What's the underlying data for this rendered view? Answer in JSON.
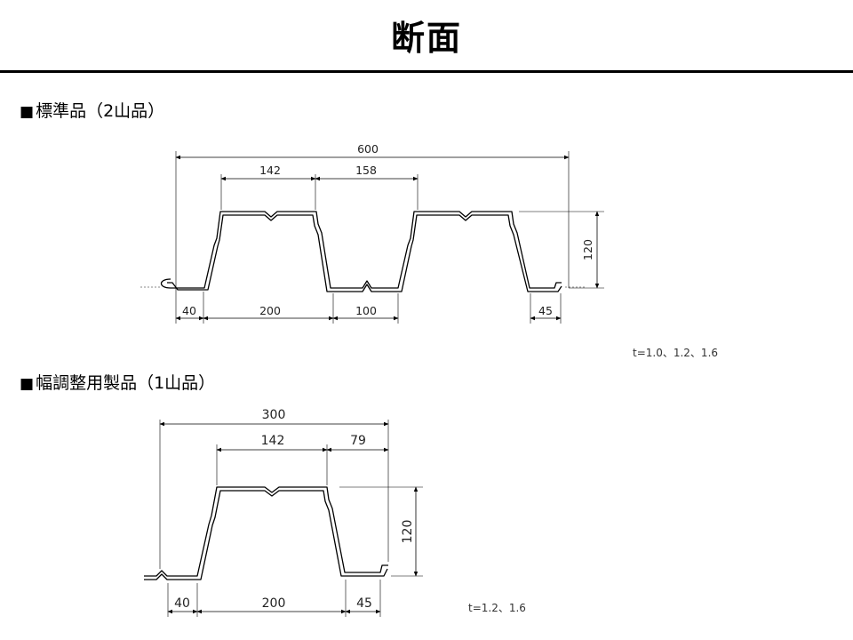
{
  "page": {
    "title": "断面"
  },
  "sections": {
    "standard": {
      "marker": "■",
      "label": "標準品（2山品）",
      "dims": {
        "total": "600",
        "top_width": "142",
        "pitch_gap": "158",
        "height": "120",
        "left_edge": "40",
        "bottom_span": "200",
        "valley": "100",
        "right_edge": "45"
      },
      "thickness": "t=1.0、1.2、1.6"
    },
    "adjust": {
      "marker": "■",
      "label": "幅調整用製品（1山品）",
      "dims": {
        "total": "300",
        "top_width": "142",
        "right_gap": "79",
        "height": "120",
        "left_edge": "40",
        "bottom_span": "200",
        "right_edge": "45"
      },
      "thickness": "t=1.2、1.6"
    }
  }
}
